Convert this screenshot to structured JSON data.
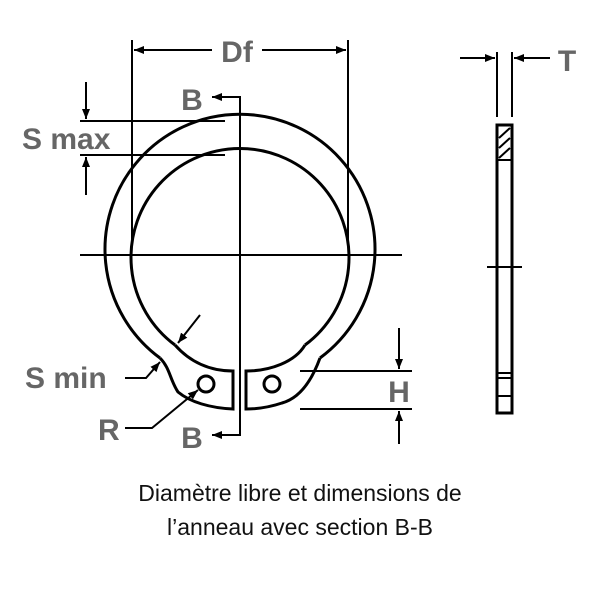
{
  "labels": {
    "df": "Df",
    "b_top": "B",
    "b_bottom": "B",
    "s_max": "S max",
    "s_min": "S min",
    "r": "R",
    "h": "H",
    "t": "T"
  },
  "caption": {
    "line1": "Diamètre libre et dimensions de",
    "line2": "l’anneau avec section B-B"
  }
}
